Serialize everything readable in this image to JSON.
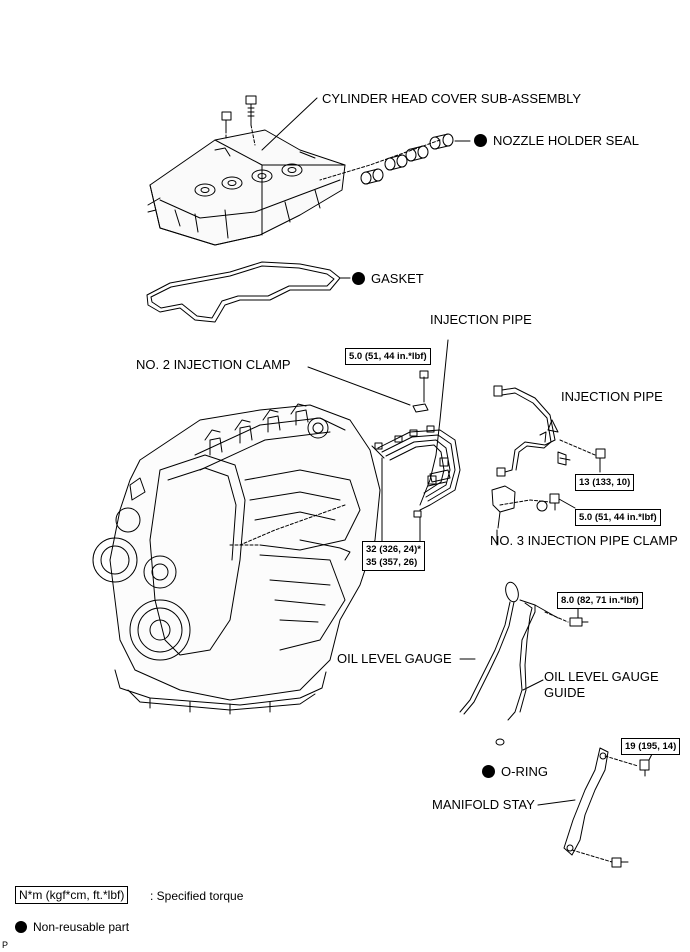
{
  "labels": {
    "cylinder_head_cover": "CYLINDER HEAD COVER SUB-ASSEMBLY",
    "nozzle_holder_seal": "NOZZLE HOLDER SEAL",
    "gasket": "GASKET",
    "injection_pipe_top": "INJECTION PIPE",
    "no2_injection_clamp": "NO. 2 INJECTION CLAMP",
    "injection_pipe_right": "INJECTION PIPE",
    "no3_injection_pipe_clamp": "NO. 3 INJECTION PIPE CLAMP",
    "oil_level_gauge": "OIL LEVEL GAUGE",
    "oil_level_gauge_guide_line1": "OIL LEVEL GAUGE",
    "oil_level_gauge_guide_line2": "GUIDE",
    "o_ring": "O-RING",
    "manifold_stay": "MANIFOLD STAY"
  },
  "torques": {
    "no2_clamp_bolt": "5.0 (51, 44 in.*lbf)",
    "injection_pipe_bolt": "13 (133, 10)",
    "no3_clamp_bolt": "5.0 (51, 44 in.*lbf)",
    "union_nut_line1": "32 (326, 24)*",
    "union_nut_line2": "35 (357, 26)",
    "gauge_guide_bolt": "8.0 (82, 71 in.*lbf)",
    "manifold_stay_bolt": "19 (195, 14)"
  },
  "legend": {
    "torque_unit": "N*m (kgf*cm, ft.*lbf)",
    "torque_desc": ": Specified torque",
    "non_reusable_desc": "Non-reusable part"
  },
  "corner_mark": "P"
}
